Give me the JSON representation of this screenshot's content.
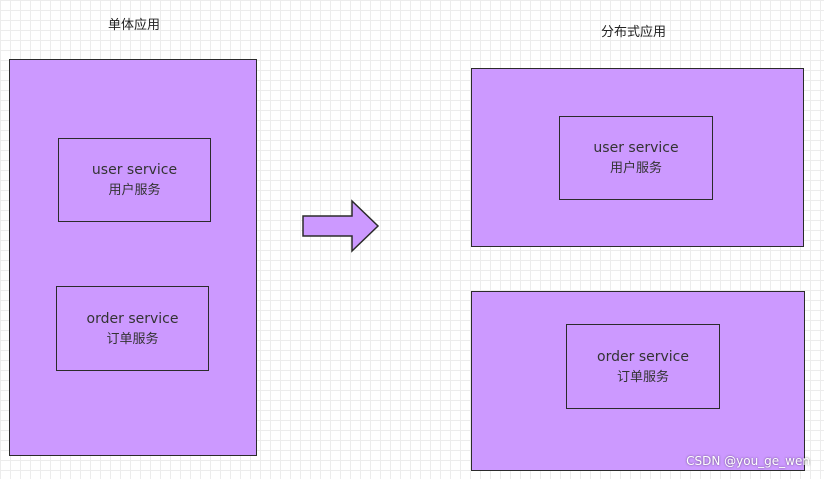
{
  "monolith": {
    "caption": "单体应用",
    "user_service": {
      "en": "user service",
      "cn": "用户服务"
    },
    "order_service": {
      "en": "order service",
      "cn": "订单服务"
    }
  },
  "distributed": {
    "caption": "分布式应用",
    "user_service": {
      "en": "user service",
      "cn": "用户服务"
    },
    "order_service": {
      "en": "order service",
      "cn": "订单服务"
    }
  },
  "colors": {
    "box_fill": "#cc99ff",
    "border": "#2b2b2b",
    "arrow_fill": "#cc99ff"
  },
  "watermark": "CSDN @you_ge_wen"
}
